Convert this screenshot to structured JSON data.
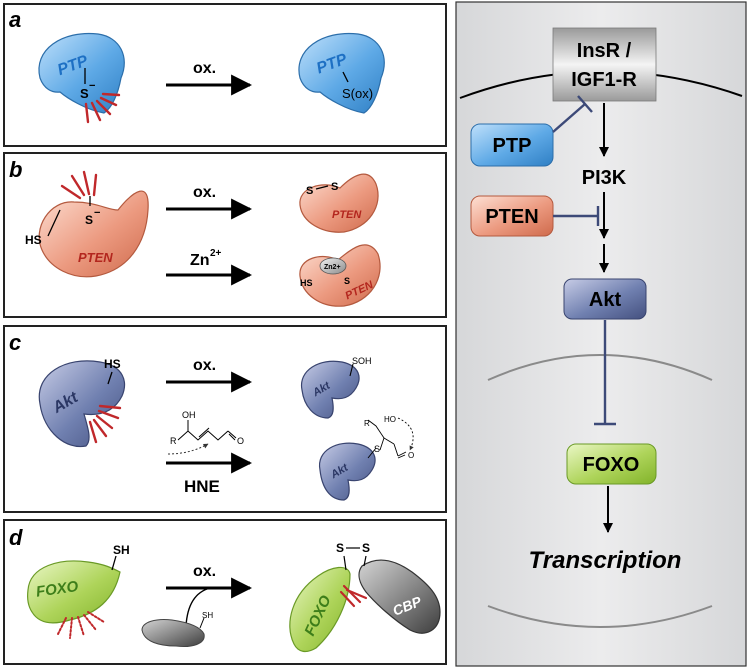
{
  "panels": {
    "a": {
      "letter": "a",
      "enzyme": "PTP",
      "thiolate": "S",
      "charge": "−",
      "arrow_label": "ox.",
      "product_group": "S(ox)"
    },
    "b": {
      "letter": "b",
      "enzyme": "PTEN",
      "hs": "HS",
      "thiolate": "S",
      "charge": "−",
      "arrow_label_ox": "ox.",
      "arrow_label_zn": "Zn",
      "zn_superscript": "2+",
      "disulfide_s1": "S",
      "disulfide_s2": "S",
      "zn_ball": "Zn2+",
      "product2_hs": "HS",
      "product2_s": "S"
    },
    "c": {
      "letter": "c",
      "enzyme": "Akt",
      "hs": "HS",
      "arrow_label_ox": "ox.",
      "arrow_label_hne": "HNE",
      "product_soh": "SOH",
      "hne_oh": "OH",
      "hne_r": "R",
      "hne_o": "O",
      "adduct_ho": "HO",
      "adduct_r": "R",
      "adduct_s": "S",
      "adduct_o": "O"
    },
    "d": {
      "letter": "d",
      "enzyme": "FOXO",
      "sh": "SH",
      "small_sh": "SH",
      "arrow_label": "ox.",
      "partner": "CBP",
      "disulfide_s1": "S",
      "disulfide_s2": "S"
    }
  },
  "pathway": {
    "receptor_line1": "InsR /",
    "receptor_line2": "IGF1-R",
    "ptp": "PTP",
    "pi3k": "PI3K",
    "pten": "PTEN",
    "akt": "Akt",
    "foxo": "FOXO",
    "output": "Transcription"
  },
  "colors": {
    "ptp_blue": "#4a9ee0",
    "pten_salmon": "#e07f63",
    "akt_navy": "#5c6a9e",
    "foxo_green": "#9cc83c",
    "cbp_gray": "#6b6b6b",
    "sulfur_red": "#c0282b",
    "pathway_bg": "#e4e5e6",
    "inhibit_line": "#3d4a78"
  }
}
